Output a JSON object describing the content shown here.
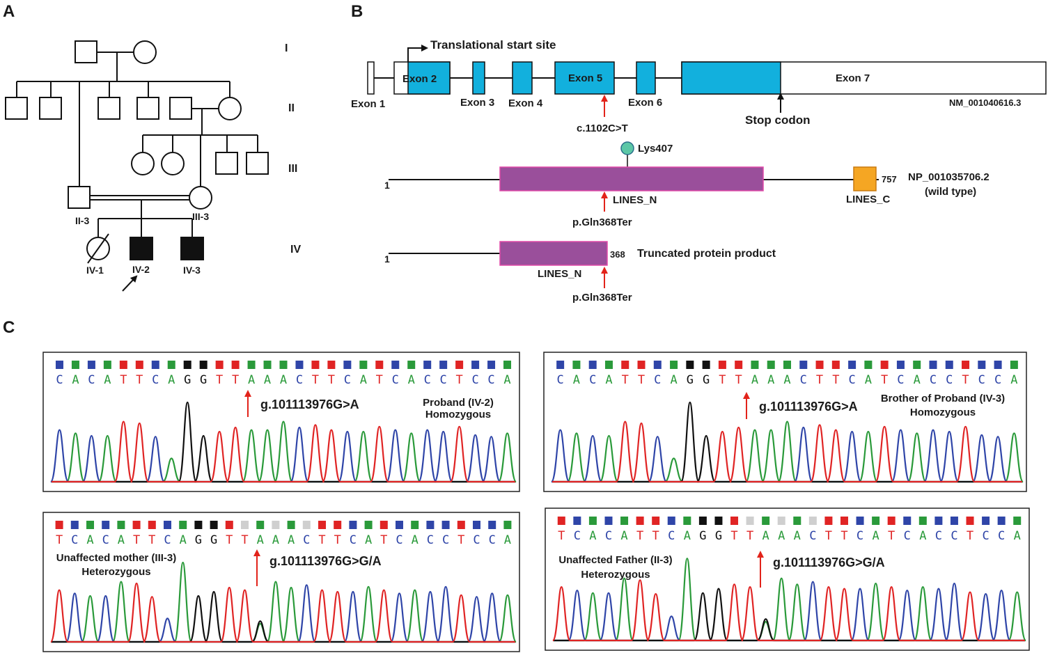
{
  "panels": {
    "a": "A",
    "b": "B",
    "c": "C"
  },
  "pedigree": {
    "generations": [
      "I",
      "II",
      "III",
      "IV"
    ],
    "labels": {
      "ii3": "II-3",
      "iii3": "III-3",
      "iv1": "IV-1",
      "iv2": "IV-2",
      "iv3": "IV-3"
    }
  },
  "gene": {
    "tss": "Translational start site",
    "exons": [
      "Exon 1",
      "Exon 2",
      "Exon 3",
      "Exon 4",
      "Exon 5",
      "Exon 6",
      "Exon 7"
    ],
    "variant": "c.1102C>T",
    "stop": "Stop codon",
    "transcript": "NM_001040616.3"
  },
  "protein": {
    "site": "Lys407",
    "start": "1",
    "end": "757",
    "accession": "NP_001035706.2",
    "wildtype": "(wild type)",
    "domain_n": "LINES_N",
    "domain_c": "LINES_C",
    "variant": "p.Gln368Ter",
    "trunc_end": "368",
    "trunc_label": "Truncated protein product"
  },
  "colors": {
    "exon": "#12b0dd",
    "lines_n": "#9a4f9b",
    "lines_c": "#f5a623",
    "arrow": "#e2231a",
    "A": "#2a9a3a",
    "C": "#2f45a8",
    "G": "#111111",
    "T": "#e02424",
    "lys": "#5cc7a6"
  },
  "chromatograms": [
    {
      "id": "p1",
      "bases": "CACATTCAGGTTAAACTTCATCACCTCCA",
      "variant": "g.101113976G>A",
      "sample": "Proband (IV-2)",
      "zygosity": "Homozygous"
    },
    {
      "id": "p2",
      "bases": "CACATTCAGGTTAAACTTCATCACCTCCA",
      "variant": "g.101113976G>A",
      "sample": "Brother of Proband (IV-3)",
      "zygosity": "Homozygous"
    },
    {
      "id": "p3",
      "bases": "TCACATTCAGGTTAAACTTCATCACCTCCA",
      "variant": "g.101113976G>G/A",
      "sample": "Unaffected mother (III-3)",
      "zygosity": "Heterozygous"
    },
    {
      "id": "p4",
      "bases": "TCACATTCAGGTTAAACTTCATCACCTCCA",
      "variant": "g.101113976G>G/A",
      "sample": "Unaffected Father (II-3)",
      "zygosity": "Heterozygous"
    }
  ]
}
